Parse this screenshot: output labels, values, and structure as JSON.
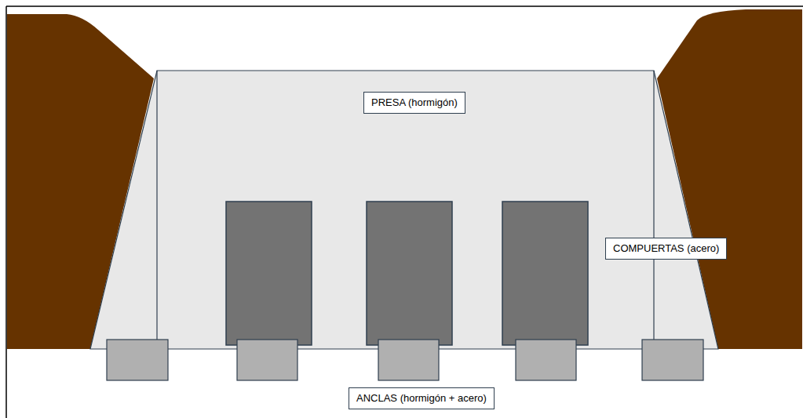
{
  "diagram": {
    "nodes": [
      {
        "text": [
          "PRESA (hormigón)"
        ]
      },
      {
        "text": [
          "COMPUERTAS (acero)"
        ]
      },
      {
        "text": [
          "ANCLAS (hormigón + acero)"
        ]
      }
    ]
  }
}
